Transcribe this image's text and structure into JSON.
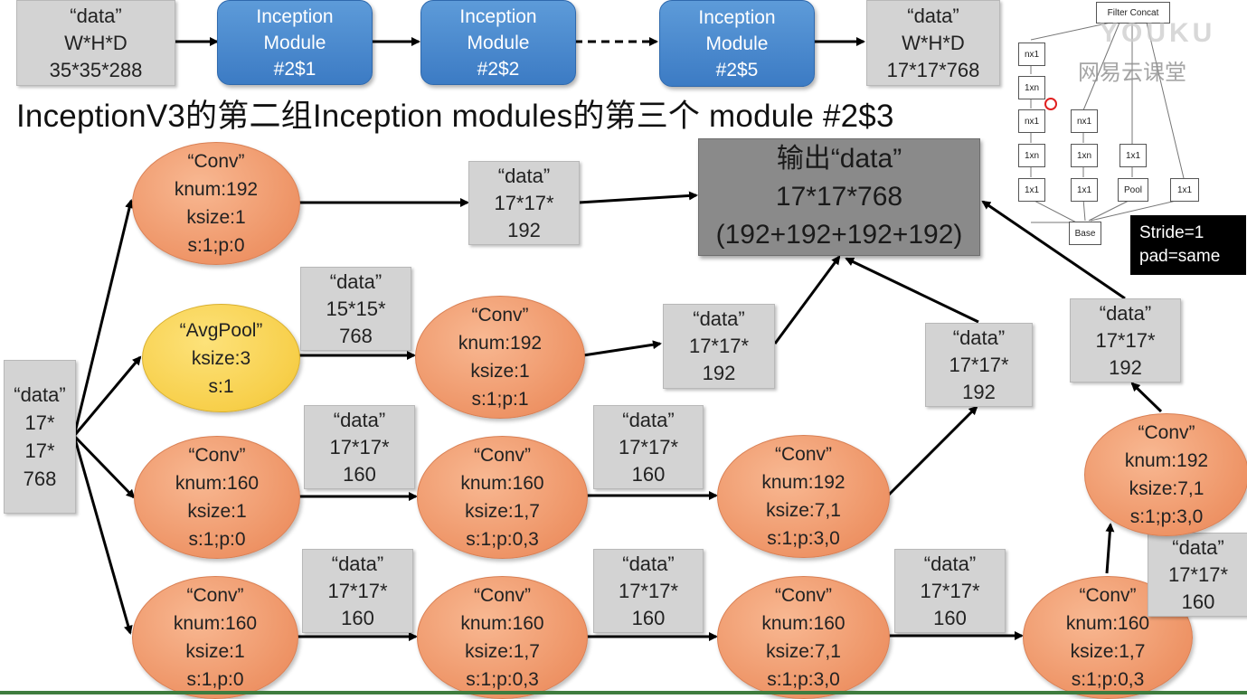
{
  "title": "InceptionV3的第二组Inception modules的第三个 module #2$3",
  "top_row": {
    "input": [
      "“data”",
      "W*H*D",
      "35*35*288"
    ],
    "modules": [
      [
        "Inception",
        "Module",
        "#2$1"
      ],
      [
        "Inception",
        "Module",
        "#2$2"
      ],
      [
        "Inception",
        "Module",
        "#2$5"
      ]
    ],
    "output": [
      "“data”",
      "W*H*D",
      "17*17*768"
    ]
  },
  "input_box": [
    "“data”",
    "17*",
    "17*",
    "768"
  ],
  "output_box": [
    "输出“data”",
    "17*17*768",
    "(192+192+192+192)"
  ],
  "nodes": {
    "b1_conv": [
      "“Conv”",
      "knum:192",
      "ksize:1",
      "s:1;p:0"
    ],
    "b1_data": [
      "“data”",
      "17*17*",
      "192"
    ],
    "b2_pool": [
      "“AvgPool”",
      "ksize:3",
      "s:1"
    ],
    "b2_data1": [
      "“data”",
      "15*15*",
      "768"
    ],
    "b2_conv": [
      "“Conv”",
      "knum:192",
      "ksize:1",
      "s:1;p:1"
    ],
    "b2_data2": [
      "“data”",
      "17*17*",
      "192"
    ],
    "b3_conv1": [
      "“Conv”",
      "knum:160",
      "ksize:1",
      "s:1;p:0"
    ],
    "b3_data1": [
      "“data”",
      "17*17*",
      "160"
    ],
    "b3_conv2": [
      "“Conv”",
      "knum:160",
      "ksize:1,7",
      "s:1;p:0,3"
    ],
    "b3_data2": [
      "“data”",
      "17*17*",
      "160"
    ],
    "b3_conv3": [
      "“Conv”",
      "knum:192",
      "ksize:7,1",
      "s:1;p:3,0"
    ],
    "b3_data3": [
      "“data”",
      "17*17*",
      "192"
    ],
    "b4_conv1": [
      "“Conv”",
      "knum:160",
      "ksize:1",
      "s:1,p:0"
    ],
    "b4_data1": [
      "“data”",
      "17*17*",
      "160"
    ],
    "b4_conv2": [
      "“Conv”",
      "knum:160",
      "ksize:1,7",
      "s:1;p:0,3"
    ],
    "b4_data2": [
      "“data”",
      "17*17*",
      "160"
    ],
    "b4_conv3": [
      "“Conv”",
      "knum:160",
      "ksize:7,1",
      "s:1;p:3,0"
    ],
    "b4_data3": [
      "“data”",
      "17*17*",
      "160"
    ],
    "b4_conv4": [
      "“Conv”",
      "knum:160",
      "ksize:1,7",
      "s:1;p:0,3"
    ],
    "b4_data4": [
      "“data”",
      "17*17*",
      "160"
    ],
    "b4_conv5": [
      "“Conv”",
      "knum:192",
      "ksize:7,1",
      "s:1;p:3,0"
    ],
    "b4_data5": [
      "“data”",
      "17*17*",
      "192"
    ]
  },
  "mini_diagram": {
    "filter_concat": "Filter Concat",
    "labels": {
      "c1r1": "nx1",
      "c1r2": "1xn",
      "c1r3": "nx1",
      "c1r4": "1xn",
      "c1r5": "1x1",
      "c2r3": "nx1",
      "c2r4": "1xn",
      "c2r5": "1x1",
      "c3r4": "1x1",
      "c3r5": "Pool",
      "c4r5": "1x1"
    },
    "base": "Base"
  },
  "stride_note": [
    "Stride=1",
    "pad=same"
  ],
  "watermarks": {
    "youku": "YOUKU",
    "netease": "网易云课堂"
  },
  "colors": {
    "module": "#3c7bc4",
    "conv": "#ee9466",
    "pool": "#f7cf4a",
    "data": "#d3d3d3",
    "output": "#8a8a8a"
  }
}
